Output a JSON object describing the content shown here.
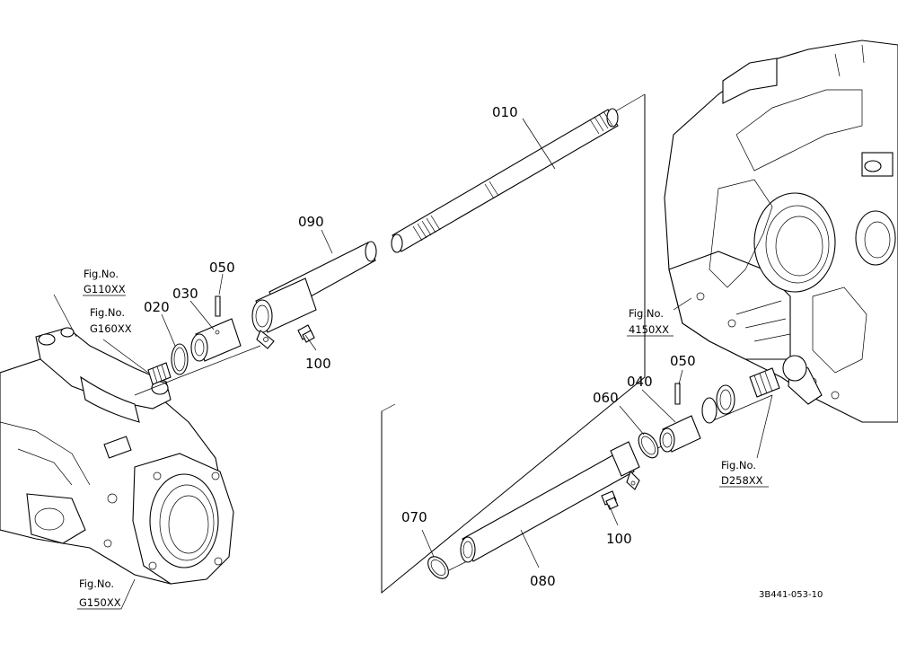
{
  "parts": [
    {
      "id": "p010",
      "label": "010"
    },
    {
      "id": "p090",
      "label": "090"
    },
    {
      "id": "p050a",
      "label": "050"
    },
    {
      "id": "p030",
      "label": "030"
    },
    {
      "id": "p020",
      "label": "020"
    },
    {
      "id": "p100a",
      "label": "100"
    },
    {
      "id": "p050b",
      "label": "050"
    },
    {
      "id": "p040",
      "label": "040"
    },
    {
      "id": "p060",
      "label": "060"
    },
    {
      "id": "p070",
      "label": "070"
    },
    {
      "id": "p080",
      "label": "080"
    },
    {
      "id": "p100b",
      "label": "100"
    }
  ],
  "figrefs": [
    {
      "id": "g110",
      "title": "Fig.No.",
      "ref": "G110XX"
    },
    {
      "id": "g160",
      "title": "Fig.No.",
      "ref": "G160XX"
    },
    {
      "id": "g150",
      "title": "Fig.No.",
      "ref": "G150XX"
    },
    {
      "id": "f4150",
      "title": "Fig.No.",
      "ref": "4150XX"
    },
    {
      "id": "d258",
      "title": "Fig.No.",
      "ref": "D258XX"
    }
  ],
  "drawing_code": "3B441-053-10"
}
